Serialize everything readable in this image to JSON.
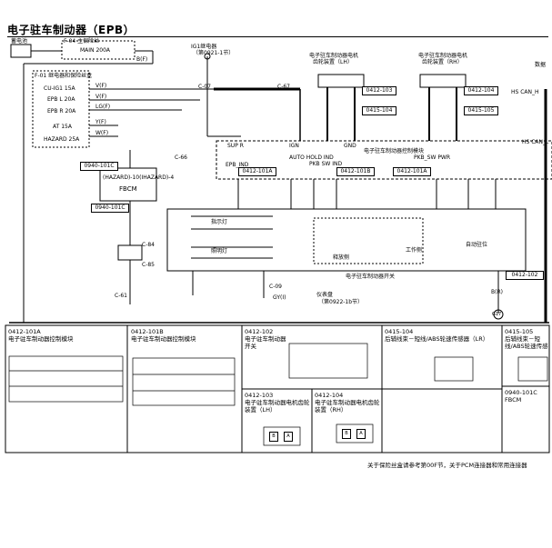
{
  "title": "电子驻车制动器（EPB）",
  "labels": {
    "battery": "蓄电池",
    "f04": "F-04 主保险丝",
    "main": "MAIN 200A",
    "bf_top": "B(F)",
    "f01": "F-01 继电器和保险丝盒",
    "cu_ig1": "CU-IG1 15A",
    "epb_l": "EPB L 20A",
    "epb_r": "EPB R 20A",
    "at": "AT 15A",
    "hazard": "HAZARD 25A",
    "vf1": "V(F)",
    "vf2": "V(F)",
    "lgf": "LG(F)",
    "yf": "Y(F)",
    "wf": "W(F)",
    "ig1": "IG1继电器",
    "ig1_ref": "（第0921-1节）",
    "c07": "C-07",
    "c67": "C-67",
    "epb_lh_l1": "电子驻车制动器电机",
    "epb_lh_l2": "齿轮装置（LH）",
    "epb_rh_l1": "电子驻车制动器电机",
    "epb_rh_l2": "齿轮装置（RH）",
    "c0412_103": "0412-103",
    "c0412_104": "0412-104",
    "c0415_104": "0415-104",
    "c0415_105": "0415-105",
    "hs_can_h": "HS CAN_H",
    "hs_can_l": "HS CAN_L",
    "data": "数据",
    "epb_module": "电子驻车制动器控制模块",
    "c0412_101a": "0412-101A",
    "c0412_101b": "0412-101B",
    "c0940_101c": "0940-101C",
    "fbcm": "FBCM",
    "hazard_sw": "(HAZARD)-10(IHAZARD)-4",
    "c66": "C-66",
    "c84": "C-84",
    "c85": "C-85",
    "c61": "C-61",
    "c09": "C-09",
    "gy_dash": "GY(I)",
    "cluster": "仪表盘",
    "cluster_ref": "（第0922-1b节）",
    "switch": "电子驻车制动器开关",
    "release": "释放侧",
    "operate": "工作侧",
    "auto_hold": "自动驻位",
    "indicator": "指示灯",
    "illum": "照明灯",
    "g17": "G17",
    "br": "B(R)",
    "sup_r": "SUP R",
    "epb_ind": "EPB_IND",
    "auto_hold_ind": "AUTO HOLD IND",
    "pkb_sw_ind": "PKB SW IND",
    "pkb_sw_pwr": "PKB_SW PWR",
    "ign": "IGN",
    "gnd": "GND"
  },
  "connectors": {
    "c101a": {
      "title": "0412-101A",
      "desc": "电子驻车制动器控制模块"
    },
    "c101b": {
      "title": "0412-101B",
      "desc": "电子驻车制动器控制模块"
    },
    "c102": {
      "title": "0412-102",
      "desc": "电子驻车制动器开关"
    },
    "c104": {
      "title": "0415-104",
      "desc": "后辅线束－短线/ABS轮速传感器（LR）"
    },
    "c105": {
      "title": "0415-105",
      "desc": "后辅线束－短线/ABS轮速传感器（RR）"
    },
    "c103": {
      "title": "0412-103",
      "desc": "电子驻车制动器电机齿轮装置（LH）"
    },
    "c104b": {
      "title": "0412-104",
      "desc": "电子驻车制动器电机齿轮装置（RH）"
    },
    "c101c": {
      "title": "0940-101C",
      "desc": "FBCM"
    }
  },
  "footer": "关于保险丝盒请参考第00F节，关于PCM连接器和常用连接器"
}
